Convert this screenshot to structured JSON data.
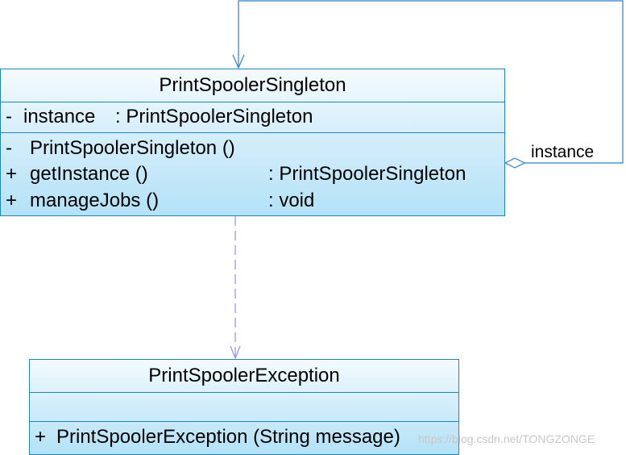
{
  "diagram": {
    "classes": [
      {
        "name": "PrintSpoolerSingleton",
        "attributes": [
          {
            "visibility": "-",
            "name": "instance",
            "type": ": PrintSpoolerSingleton"
          }
        ],
        "operations": [
          {
            "visibility": "-",
            "signature": "PrintSpoolerSingleton ()",
            "type": ""
          },
          {
            "visibility": "+",
            "signature": "getInstance ()",
            "type": ": PrintSpoolerSingleton"
          },
          {
            "visibility": "+",
            "signature": "manageJobs ()",
            "type": ": void"
          }
        ]
      },
      {
        "name": "PrintSpoolerException",
        "attributes": [],
        "operations": [
          {
            "visibility": "+",
            "signature": "PrintSpoolerException (String message)",
            "type": ""
          }
        ]
      }
    ],
    "relationships": [
      {
        "kind": "self-aggregation",
        "from": "PrintSpoolerSingleton",
        "to": "PrintSpoolerSingleton",
        "label": "instance"
      },
      {
        "kind": "dependency",
        "from": "PrintSpoolerSingleton",
        "to": "PrintSpoolerException"
      }
    ],
    "colors": {
      "border": "#1f86c6",
      "fill_top": "#f4fbfe",
      "fill_bottom": "#b3e2f7",
      "dependency_line": "#9b8ee6",
      "association_line": "#2a7fd0"
    }
  },
  "watermark": "https://blog.csdn.net/TONGZONGE"
}
